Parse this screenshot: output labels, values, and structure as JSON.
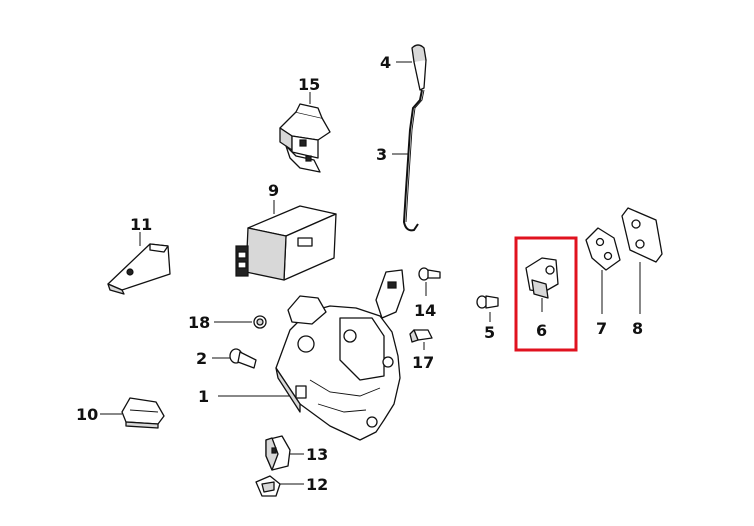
{
  "diagram": {
    "highlight_color": "#e0121f",
    "highlighted_part": "6",
    "parts": [
      {
        "id": "p1",
        "label": "1",
        "name": "door-lock-mechanism"
      },
      {
        "id": "p2",
        "label": "2",
        "name": "screw"
      },
      {
        "id": "p3",
        "label": "3",
        "name": "lock-rod"
      },
      {
        "id": "p4",
        "label": "4",
        "name": "lock-button-knob"
      },
      {
        "id": "p5",
        "label": "5",
        "name": "bolt"
      },
      {
        "id": "p6",
        "label": "6",
        "name": "striker-bracket"
      },
      {
        "id": "p7",
        "label": "7",
        "name": "striker-shim"
      },
      {
        "id": "p8",
        "label": "8",
        "name": "striker-plate"
      },
      {
        "id": "p9",
        "label": "9",
        "name": "control-module"
      },
      {
        "id": "p10",
        "label": "10",
        "name": "spring-clip"
      },
      {
        "id": "p11",
        "label": "11",
        "name": "wedge-bracket"
      },
      {
        "id": "p12",
        "label": "12",
        "name": "rod-clip"
      },
      {
        "id": "p13",
        "label": "13",
        "name": "clip-block"
      },
      {
        "id": "p14",
        "label": "14",
        "name": "screw-small"
      },
      {
        "id": "p15",
        "label": "15",
        "name": "actuator-unit"
      },
      {
        "id": "p17",
        "label": "17",
        "name": "stud"
      },
      {
        "id": "p18",
        "label": "18",
        "name": "nut"
      }
    ]
  }
}
